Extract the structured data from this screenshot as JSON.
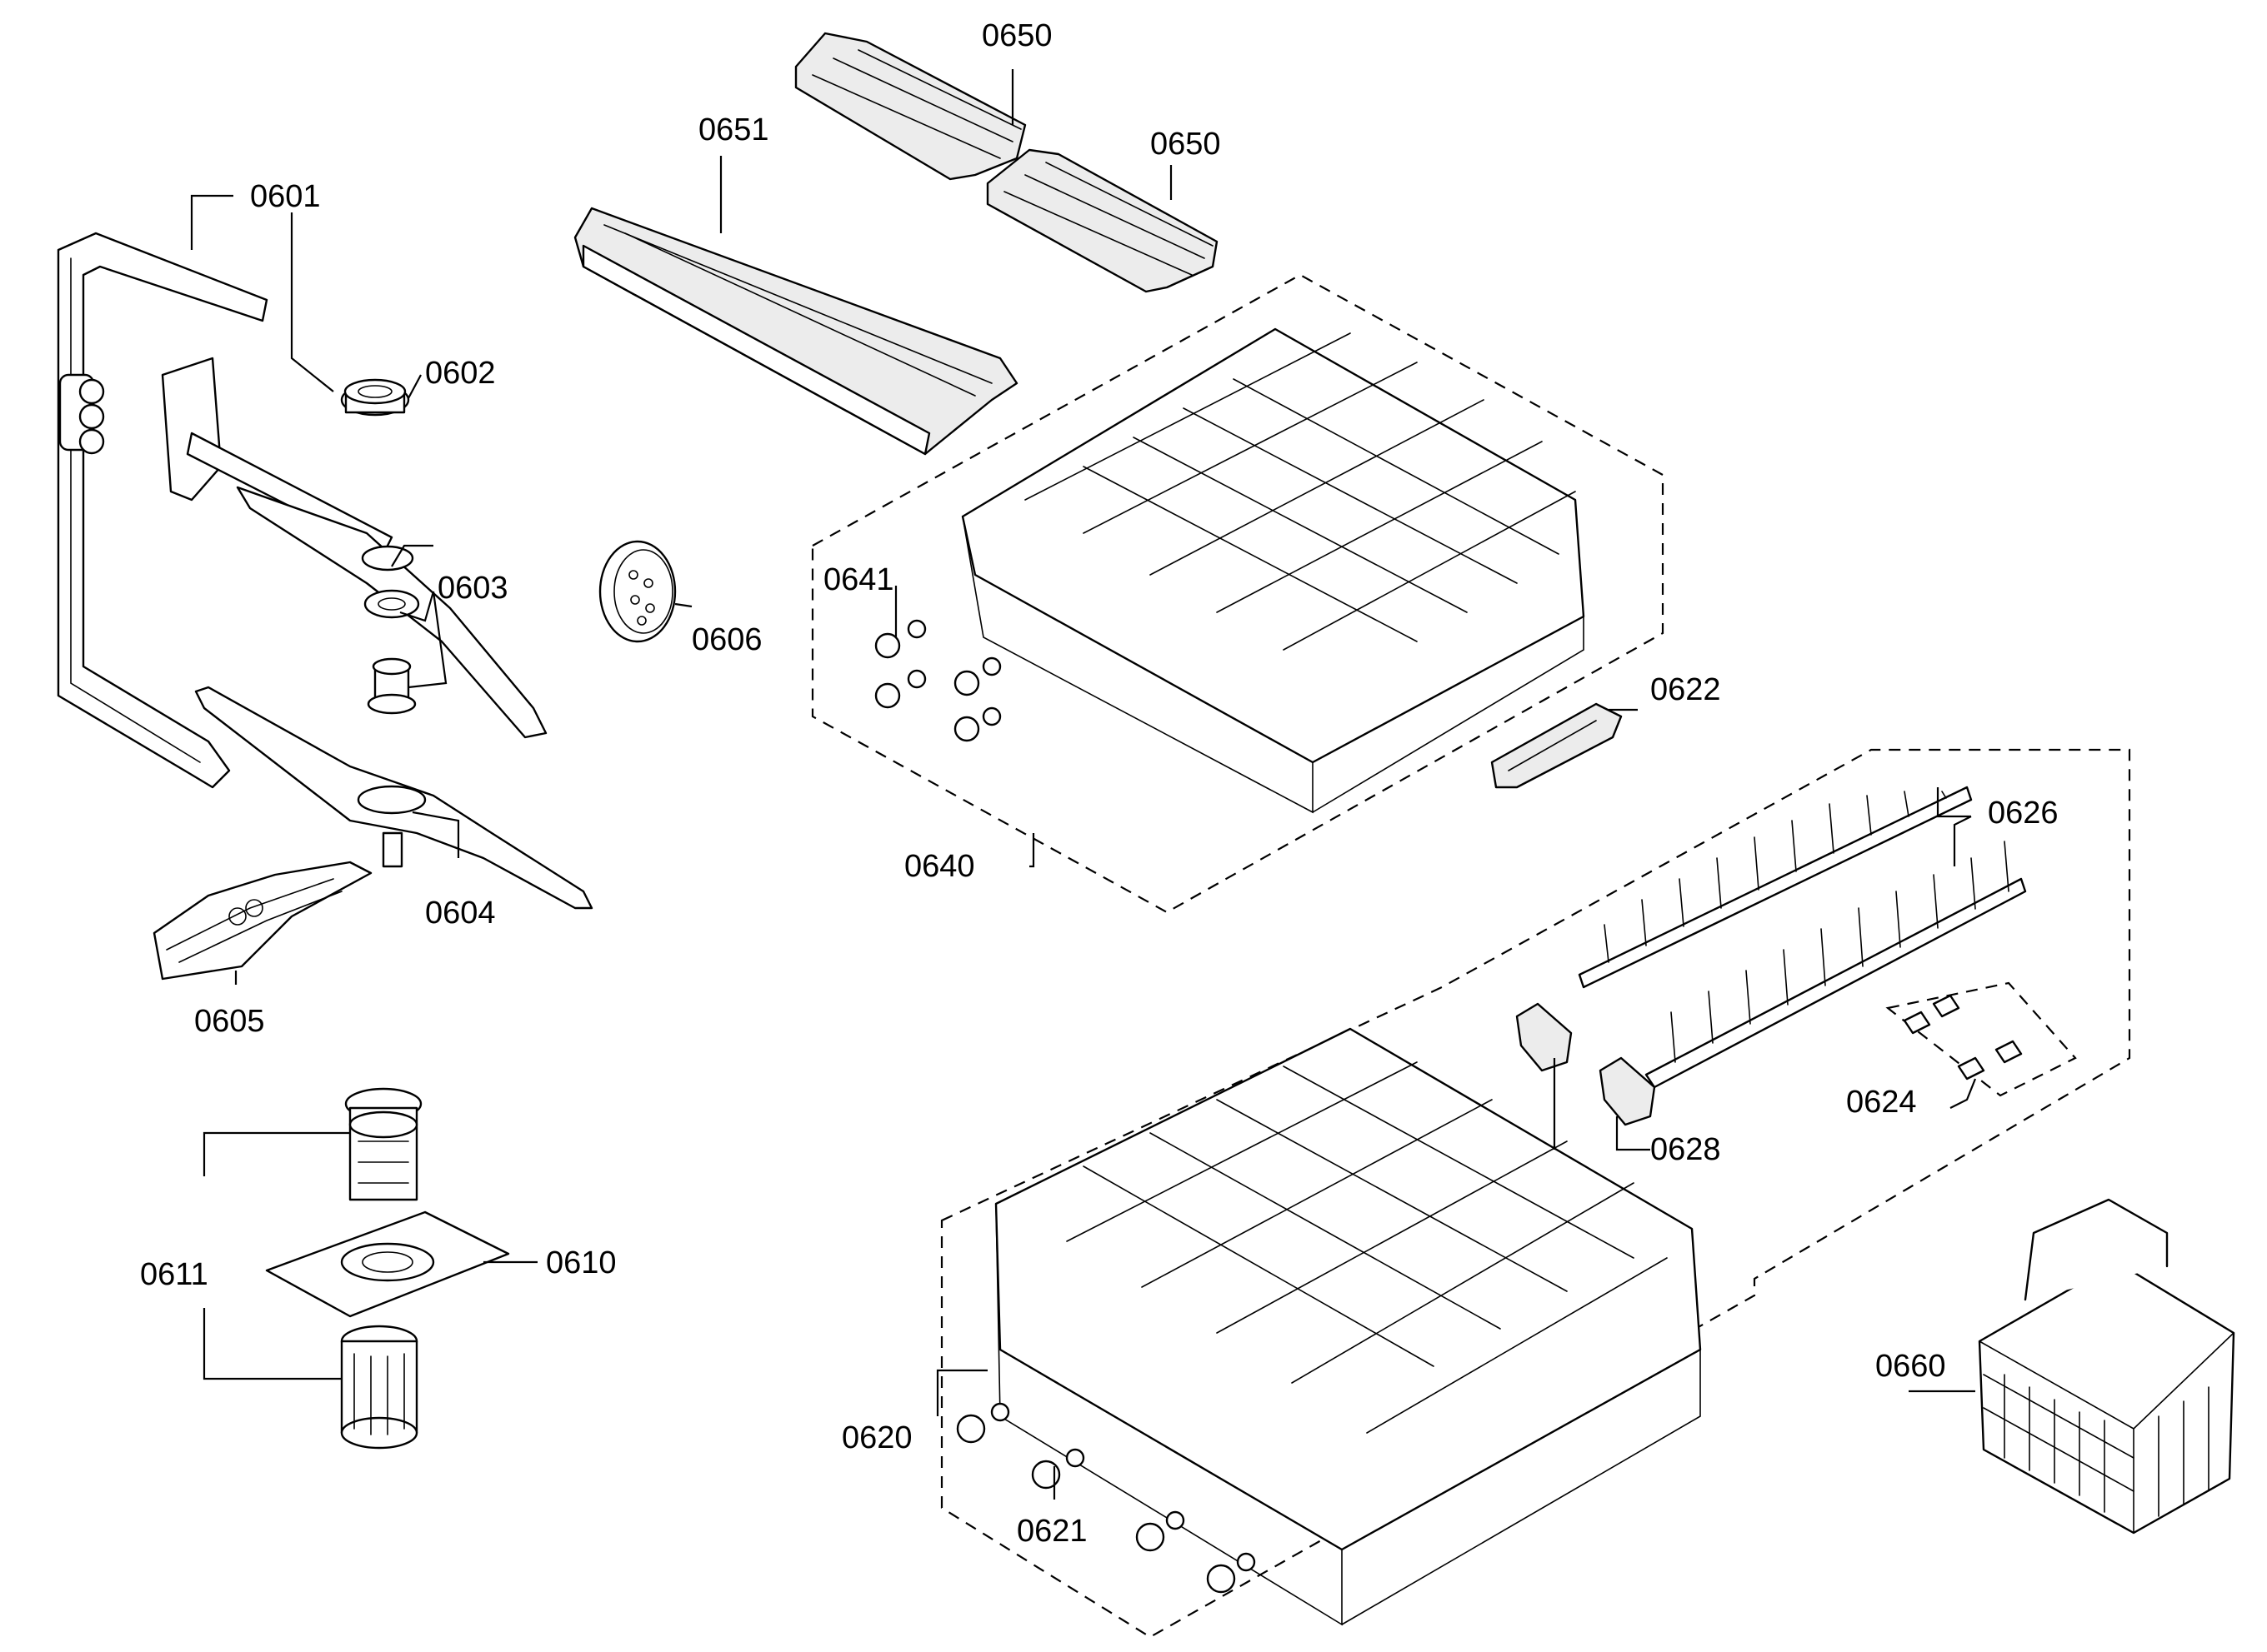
{
  "labels": {
    "l0601": "0601",
    "l0602": "0602",
    "l0603": "0603",
    "l0604": "0604",
    "l0605": "0605",
    "l0606": "0606",
    "l0610": "0610",
    "l0611": "0611",
    "l0620": "0620",
    "l0621": "0621",
    "l0622": "0622",
    "l0624": "0624",
    "l0626": "0626",
    "l0628": "0628",
    "l0640": "0640",
    "l0641": "0641",
    "l0650a": "0650",
    "l0650b": "0650",
    "l0651": "0651",
    "l0660": "0660"
  }
}
